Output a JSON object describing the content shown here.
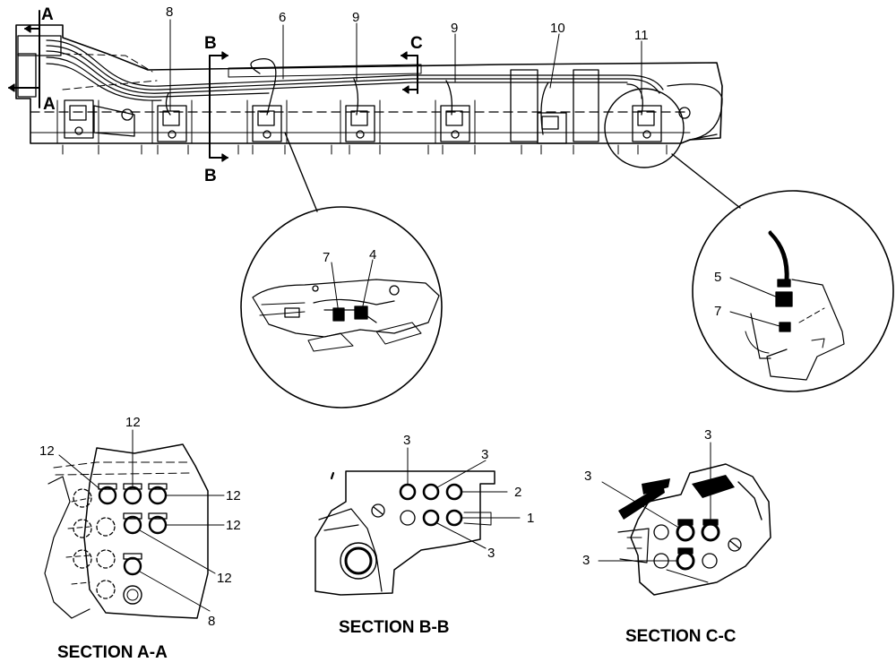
{
  "main_view": {
    "section_markers": {
      "a_top": "A",
      "a_bottom": "A",
      "b_top": "B",
      "b_bottom": "B",
      "c_top": "C"
    },
    "callouts": {
      "c8": "8",
      "c6": "6",
      "c9a": "9",
      "c9b": "9",
      "c10": "10",
      "c11": "11"
    }
  },
  "detail_left": {
    "callouts": {
      "c7": "7",
      "c4": "4"
    }
  },
  "detail_right": {
    "callouts": {
      "c5": "5",
      "c7": "7"
    }
  },
  "section_a": {
    "title": "SECTION  A-A",
    "callouts": {
      "c12_top": "12",
      "c12_left": "12",
      "c12_right1": "12",
      "c12_right2": "12",
      "c12_mid": "12",
      "c8": "8"
    }
  },
  "section_b": {
    "title": "SECTION  B-B",
    "callouts": {
      "c3_left": "3",
      "c3_right": "3",
      "c2": "2",
      "c1": "1",
      "c3_bottom": "3"
    }
  },
  "section_c": {
    "title": "SECTION  C-C",
    "callouts": {
      "c3_right": "3",
      "c3_left": "3",
      "c3_lower": "3"
    }
  }
}
